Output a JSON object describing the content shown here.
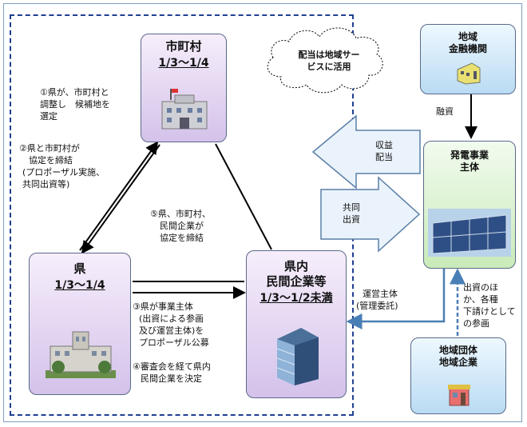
{
  "municipality": {
    "title": "市町村",
    "share": "1/3〜1/4"
  },
  "prefecture": {
    "title": "県",
    "share": "1/3〜1/4"
  },
  "private": {
    "title_line1": "県内",
    "title_line2": "民間企業等",
    "share": "1/3〜1/2未満"
  },
  "bank": {
    "line1": "地域",
    "line2": "金融機関"
  },
  "power": {
    "line1": "発電事業",
    "line2": "主体"
  },
  "local": {
    "line1": "地域団体",
    "line2": "地域企業"
  },
  "cloud": {
    "line1": "配当は地域サー",
    "line2": "ビスに活用"
  },
  "steps": {
    "s1": [
      "①県が、市町村と",
      "調整し　候補地を",
      "選定"
    ],
    "s2": [
      "②県と市町村が",
      "協定を締結",
      "(プロポーザル実施、",
      "共同出資等)"
    ],
    "s5": [
      "⑤県、市町村、",
      "民間企業が",
      "協定を締結"
    ],
    "s3": [
      "③県が事業主体",
      "(出資による参画",
      "及び運営主体)を",
      "プロポーザル公募"
    ],
    "s4": [
      "④審査会を経て県内",
      "民間企業を決定"
    ]
  },
  "arrows": {
    "revenue": [
      "収益",
      "配当"
    ],
    "joint": [
      "共同",
      "出資"
    ],
    "loan": "融資",
    "management": [
      "運営主体",
      "(管理委託)"
    ],
    "participation": [
      "出資のほ",
      "か、各種",
      "下請けとして",
      "の参画"
    ]
  },
  "colors": {
    "dashed_border": "#1f3f8f",
    "arrow_blue": "#4a7fb5",
    "box_border": "#5a6a8a"
  }
}
